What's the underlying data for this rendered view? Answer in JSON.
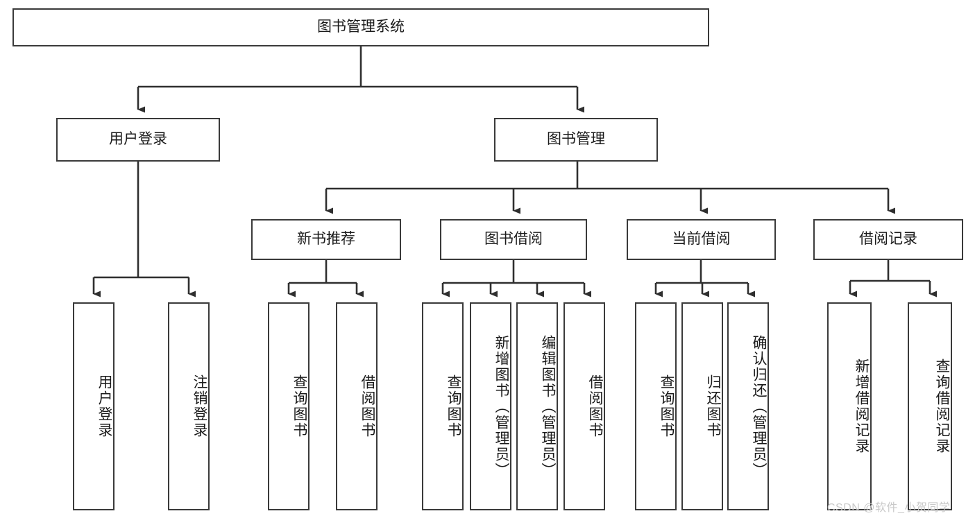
{
  "diagram": {
    "title": "图书管理系统",
    "type": "tree-hierarchy-chart",
    "root": {
      "label": "图书管理系统"
    },
    "level2": [
      {
        "label": "用户登录"
      },
      {
        "label": "图书管理"
      }
    ],
    "level3": [
      {
        "label": "新书推荐"
      },
      {
        "label": "图书借阅"
      },
      {
        "label": "当前借阅"
      },
      {
        "label": "借阅记录"
      }
    ],
    "leaves": {
      "user_login": [
        {
          "label": "用户登录"
        },
        {
          "label": "注销登录"
        }
      ],
      "new_book_recommend": [
        {
          "label": "查询图书"
        },
        {
          "label": "借阅图书"
        }
      ],
      "book_borrow": [
        {
          "label": "查询图书"
        },
        {
          "label": "新增图书（管理员）"
        },
        {
          "label": "编辑图书（管理员）"
        },
        {
          "label": "借阅图书"
        }
      ],
      "current_borrow": [
        {
          "label": "查询图书"
        },
        {
          "label": "归还图书"
        },
        {
          "label": "确认归还（管理员）"
        }
      ],
      "borrow_record": [
        {
          "label": "新增借阅记录"
        },
        {
          "label": "查询借阅记录"
        }
      ]
    }
  },
  "watermark": {
    "text": "CSDN @软件_小贺同学"
  },
  "colors": {
    "border": "#3a3a3a",
    "background": "#ffffff",
    "text": "#1a1a1a",
    "watermark": "#c9c9c9"
  }
}
